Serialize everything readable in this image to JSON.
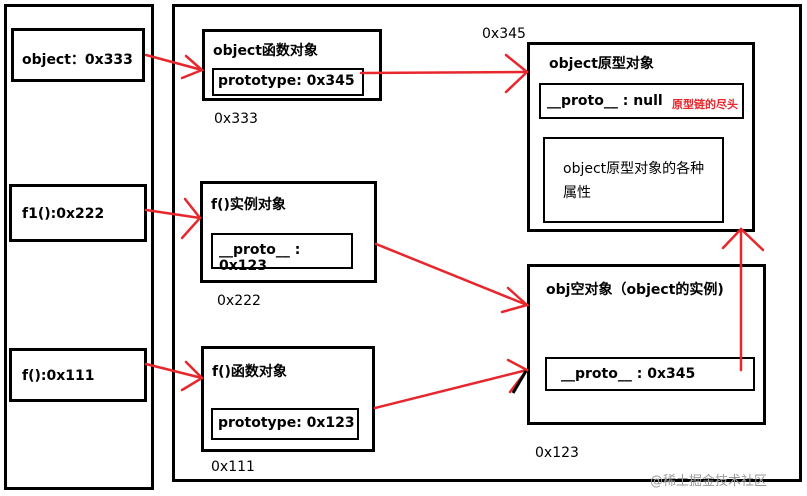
{
  "stack_vars": {
    "object": "object：0x333",
    "f1": "f1():0x222",
    "f": "f():0x111"
  },
  "objects": {
    "object_func": {
      "title": "object函数对象",
      "field": "prototype: 0x345",
      "addr": "0x333"
    },
    "f1_instance": {
      "title": "f()实例对象",
      "field": "__proto__ : 0x123",
      "addr": "0x222"
    },
    "f_func": {
      "title": "f()函数对象",
      "field": "prototype:  0x123",
      "addr": "0x111"
    },
    "object_proto": {
      "title": "object原型对象",
      "field": "__proto__ : null",
      "note": "原型链的尽头",
      "props": "object原型对象的各种属性",
      "addr": "0x345"
    },
    "empty_obj": {
      "title": "obj空对象（object的实例)",
      "field": "__proto__ :  0x345",
      "addr": "0x123"
    }
  },
  "watermark": "@稀土掘金技术社区",
  "colors": {
    "arrow": "#e8272d",
    "note": "#e8272d",
    "border": "#000000"
  }
}
